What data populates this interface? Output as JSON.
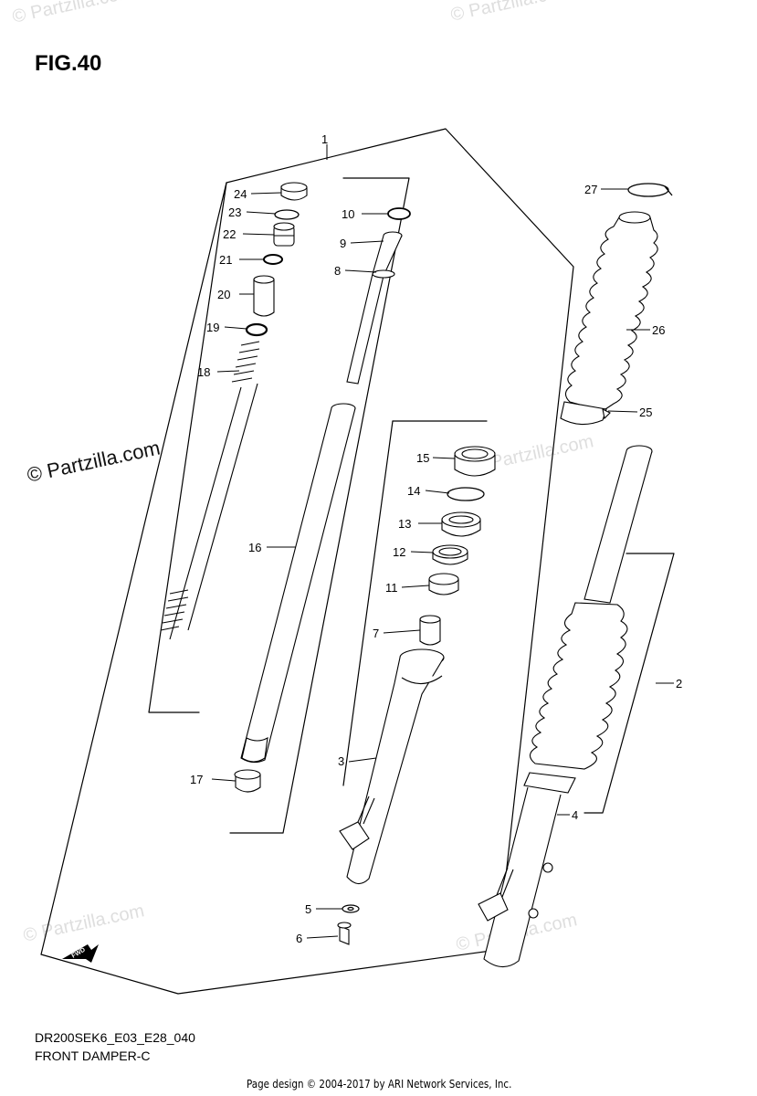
{
  "figure_title": "FIG.40",
  "model_code": "DR200SEK6_E03_E28_040",
  "group_name": "FRONT DAMPER-C",
  "page_credit": "Page design © 2004-2017 by ARI Network Services, Inc.",
  "watermark": {
    "main": "© Partzilla.com",
    "faint": "© Partzilla.com"
  },
  "fwd_label": "FWD",
  "callouts": [
    "1",
    "2",
    "3",
    "4",
    "5",
    "6",
    "7",
    "8",
    "9",
    "10",
    "11",
    "12",
    "13",
    "14",
    "15",
    "16",
    "17",
    "18",
    "19",
    "20",
    "21",
    "22",
    "23",
    "24",
    "25",
    "26",
    "27"
  ]
}
